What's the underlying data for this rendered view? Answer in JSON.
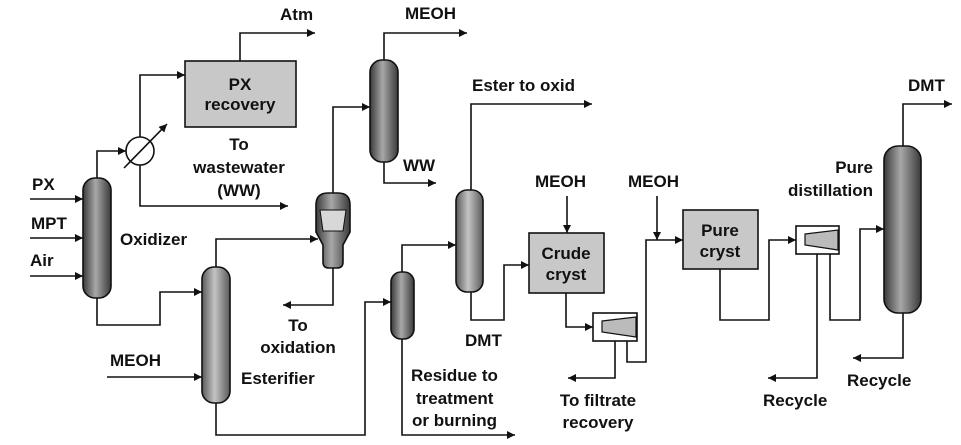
{
  "diagram": {
    "colors": {
      "line": "#111111",
      "equipment_fill": "#8a8a8a",
      "box_fill": "#c8c8c8"
    },
    "inputs": {
      "px": "PX",
      "mpt": "MPT",
      "air": "Air",
      "meoh_esterifier": "MEOH",
      "meoh_crude": "MEOH",
      "meoh_pure": "MEOH"
    },
    "equipment": {
      "oxidizer": "Oxidizer",
      "px_recovery": [
        "PX",
        "recovery"
      ],
      "esterifier": "Esterifier",
      "crude_cryst": [
        "Crude",
        "cryst"
      ],
      "pure_cryst": [
        "Pure",
        "cryst"
      ],
      "pure_distillation": [
        "Pure",
        "distillation"
      ]
    },
    "outputs": {
      "atm": "Atm",
      "meoh_top": "MEOH",
      "ww": "WW",
      "to_wastewater": [
        "To",
        "wastewater",
        "(WW)"
      ],
      "to_oxidation": [
        "To",
        "oxidation"
      ],
      "ester_to_oxid": "Ester to oxid",
      "dmt_mid": "DMT",
      "residue": [
        "Residue to",
        "treatment",
        "or burning"
      ],
      "filtrate": [
        "To filtrate",
        "recovery"
      ],
      "recycle_filter": "Recycle",
      "recycle_column": "Recycle",
      "dmt_product": "DMT"
    }
  }
}
